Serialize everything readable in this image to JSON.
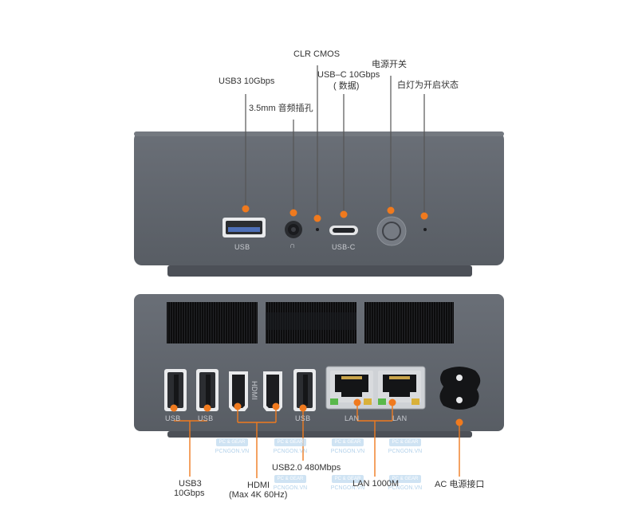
{
  "top_labels": {
    "usb3": "USB3 10Gbps",
    "audio": "3.5mm 音频插孔",
    "clr_cmos": "CLR CMOS",
    "usbc_line1": "USB–C 10Gbps",
    "usbc_line2": "( 数据)",
    "power_switch": "电源开关",
    "white_light": "白灯为开启状态"
  },
  "front_port_text": {
    "usb": "USB",
    "usbc": "USB-C",
    "headphone": "∩"
  },
  "rear_port_text": {
    "usb_a": "USB",
    "usb_b": "USB",
    "hdmi_vertical": "HDMI",
    "usb_c": "USB",
    "lan_a": "LAN",
    "lan_b": "LAN"
  },
  "bottom_labels": {
    "usb3_line1": "USB3",
    "usb3_line2": "10Gbps",
    "hdmi_line1": "HDMI",
    "hdmi_line2": "(Max 4K 60Hz)",
    "usb2": "USB2.0 480Mbps",
    "lan": "LAN 1000M",
    "ac": "AC 电源接口"
  },
  "watermark": {
    "badge": "PC & GEAR",
    "text": "PCNGON.VN"
  },
  "colors": {
    "accent": "#f07a1e",
    "chassis": "#5c6169",
    "chassis_dark": "#4a4e55",
    "line": "#555555"
  }
}
